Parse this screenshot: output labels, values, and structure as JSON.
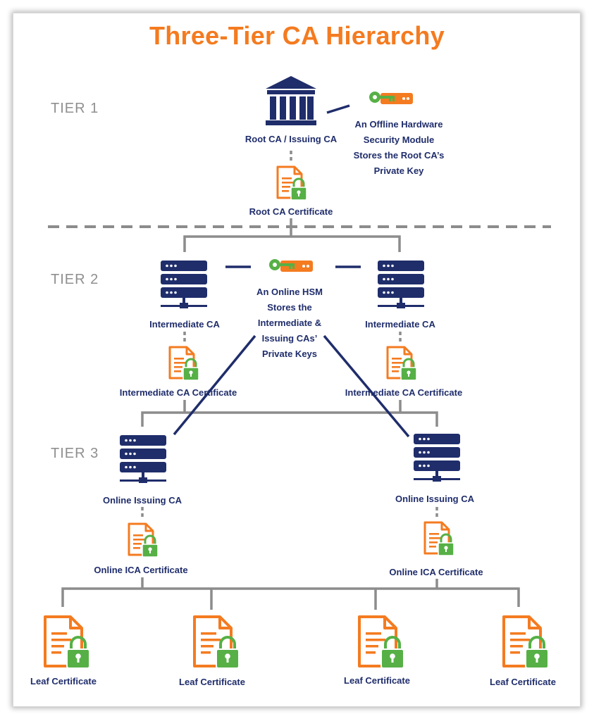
{
  "title": "Three-Tier CA Hierarchy",
  "tiers": [
    "TIER 1",
    "TIER 2",
    "TIER 3"
  ],
  "nodes": {
    "root_ca": "Root CA / Issuing CA",
    "offline_hsm_note": [
      "An Offline Hardware",
      "Security Module",
      "Stores the Root CA’s",
      "Private Key"
    ],
    "root_cert": "Root CA Certificate",
    "intermediate_ca_left": "Intermediate CA",
    "intermediate_ca_right": "Intermediate CA",
    "online_hsm_note": [
      "An Online HSM",
      "Stores the",
      "Intermediate &",
      "Issuing CAs’",
      "Private Keys"
    ],
    "intermediate_cert_left": "Intermediate CA Certificate",
    "intermediate_cert_right": "Intermediate CA Certificate",
    "issuing_ca_left": "Online Issuing CA",
    "issuing_ca_right": "Online Issuing CA",
    "ica_cert_left": "Online ICA Certificate",
    "ica_cert_right": "Online ICA Certificate",
    "leaf_certs": [
      "Leaf Certificate",
      "Leaf Certificate",
      "Leaf Certificate",
      "Leaf Certificate"
    ]
  },
  "colors": {
    "title": "#f47b20",
    "navy": "#1f2d6b",
    "orange": "#f47b20",
    "green": "#56b046",
    "connector": "#8c8c8c",
    "tier_label": "#8f8f8f"
  },
  "icons": {
    "root": "bank-building-icon",
    "hsm": "hsm-key-device-icon",
    "ca": "server-icon",
    "certificate": "certificate-lock-icon"
  }
}
